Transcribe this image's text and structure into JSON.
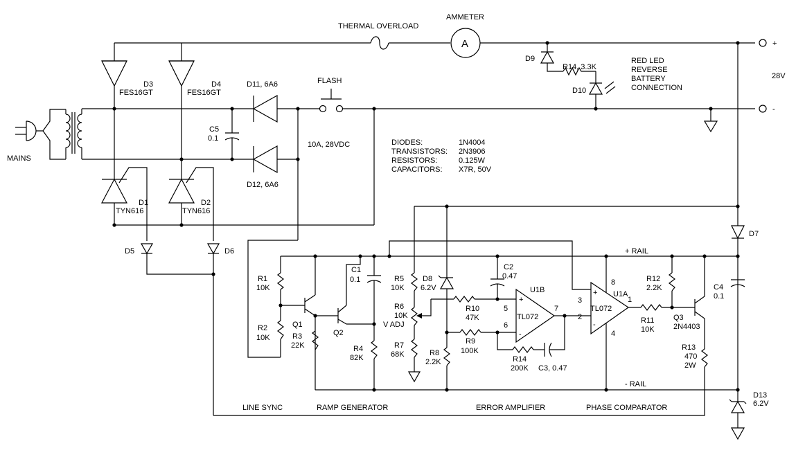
{
  "labels": {
    "mains": "MAINS",
    "thermal_overload": "THERMAL OVERLOAD",
    "ammeter": "AMMETER",
    "ammeter_symbol": "A",
    "flash": "FLASH",
    "flash_rating": "10A, 28VDC",
    "plus": "+",
    "minus": "-",
    "voltage": "28V",
    "red_led": "RED LED",
    "reverse": "REVERSE",
    "battery": "BATTERY",
    "connection": "CONNECTION",
    "plus_rail": "+ RAIL",
    "minus_rail": "- RAIL",
    "line_sync": "LINE SYNC",
    "ramp_generator": "RAMP GENERATOR",
    "error_amplifier": "ERROR AMPLIFIER",
    "phase_comparator": "PHASE COMPARATOR",
    "v_adj": "V ADJ"
  },
  "notes": [
    {
      "key": "DIODES:",
      "value": "1N4004"
    },
    {
      "key": "TRANSISTORS:",
      "value": "2N3906"
    },
    {
      "key": "RESISTORS:",
      "value": "0.125W"
    },
    {
      "key": "CAPACITORS:",
      "value": "X7R, 50V"
    }
  ],
  "components": {
    "d3": {
      "ref": "D3",
      "val": "FES16GT"
    },
    "d4": {
      "ref": "D4",
      "val": "FES16GT"
    },
    "d1": {
      "ref": "D1",
      "val": "TYN616"
    },
    "d2": {
      "ref": "D2",
      "val": "TYN616"
    },
    "d5": {
      "ref": "D5"
    },
    "d6": {
      "ref": "D6"
    },
    "d11": {
      "ref": "D11, 6A6"
    },
    "d12": {
      "ref": "D12, 6A6"
    },
    "c5": {
      "ref": "C5",
      "val": "0.1"
    },
    "d9": {
      "ref": "D9"
    },
    "d10": {
      "ref": "D10"
    },
    "r14a": {
      "ref": "R14, 3.3K"
    },
    "d7": {
      "ref": "D7"
    },
    "c4": {
      "ref": "C4",
      "val": "0.1"
    },
    "d13": {
      "ref": "D13",
      "val": "6.2V"
    },
    "r1": {
      "ref": "R1",
      "val": "10K"
    },
    "r2": {
      "ref": "R2",
      "val": "10K"
    },
    "q1": {
      "ref": "Q1"
    },
    "r3": {
      "ref": "R3",
      "val": "22K"
    },
    "q2": {
      "ref": "Q2"
    },
    "c1": {
      "ref": "C1",
      "val": "0.1"
    },
    "r4": {
      "ref": "R4",
      "val": "82K"
    },
    "r5": {
      "ref": "R5",
      "val": "10K"
    },
    "r6": {
      "ref": "R6",
      "val": "10K"
    },
    "r7": {
      "ref": "R7",
      "val": "68K"
    },
    "d8": {
      "ref": "D8",
      "val": "6.2V"
    },
    "r8": {
      "ref": "R8",
      "val": "2.2K"
    },
    "r10": {
      "ref": "R10",
      "val": "47K"
    },
    "r9": {
      "ref": "R9",
      "val": "100K"
    },
    "c2": {
      "ref": "C2",
      "val": "0.47"
    },
    "u1b": {
      "ref": "U1B",
      "val": "TL072"
    },
    "r14b": {
      "ref": "R14",
      "val": "200K"
    },
    "c3": {
      "ref": "C3, 0.47"
    },
    "u1a": {
      "ref": "U1A",
      "val": "TL072"
    },
    "r12": {
      "ref": "R12",
      "val": "2.2K"
    },
    "r11": {
      "ref": "R11",
      "val": "10K"
    },
    "q3": {
      "ref": "Q3",
      "val": "2N4403"
    },
    "r13": {
      "ref": "R13",
      "val": "470",
      "val2": "2W"
    }
  },
  "pins": {
    "u1b_p5": "5",
    "u1b_p6": "6",
    "u1b_p7": "7",
    "u1a_p3": "3",
    "u1a_p2": "2",
    "u1a_p1": "1",
    "u1a_p8": "8",
    "u1a_p4": "4",
    "plus_in": "+",
    "minus_in": "-"
  }
}
